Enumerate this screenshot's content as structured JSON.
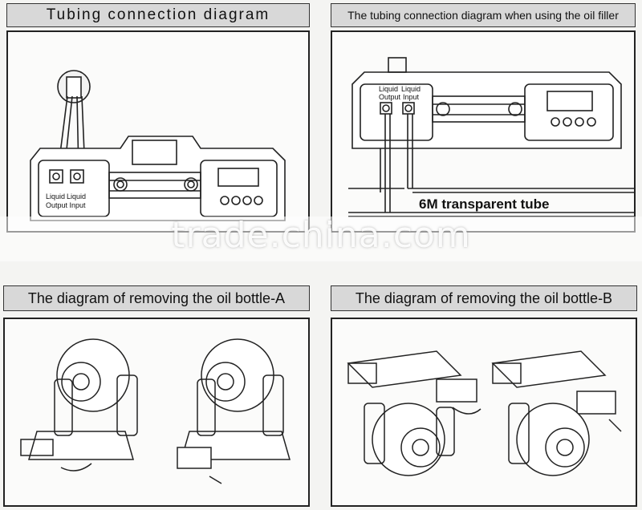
{
  "panels": {
    "tubing": {
      "title": "Tubing connection diagram"
    },
    "oil_filler": {
      "title": "The tubing connection diagram when using the oil filler"
    },
    "removing_a": {
      "title": "The diagram of removing the oil bottle-A"
    },
    "removing_b": {
      "title": "The diagram of removing the oil bottle-B"
    }
  },
  "labels": {
    "liquid": "Liquid",
    "output_input": "Output Input",
    "output": "Output",
    "input": "Input",
    "transparent_tube": "6M transparent tube"
  },
  "watermark": "trade.china.com",
  "colors": {
    "line": "#222222",
    "panel_bg": "#fbfbfa",
    "title_bg": "#d8d8d8"
  }
}
